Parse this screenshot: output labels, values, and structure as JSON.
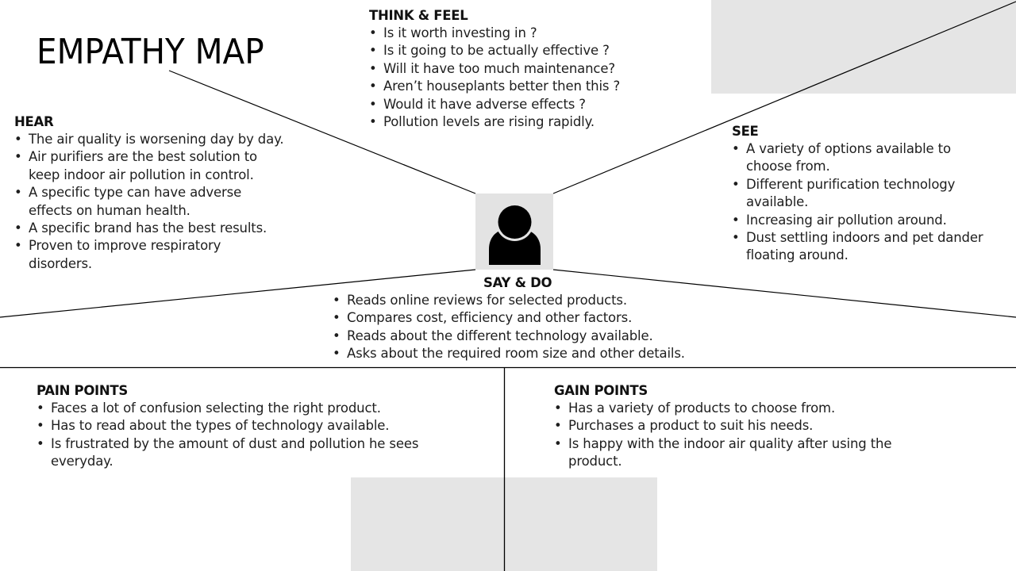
{
  "title": "EMPATHY MAP",
  "user_icon": "user-silhouette-icon",
  "colors": {
    "line": "#000000",
    "placeholder_block": "#e5e5e5",
    "avatar_bg": "#e3e3e3",
    "text": "#1e1e1e"
  },
  "sections": {
    "think_feel": {
      "heading": "THINK & FEEL",
      "items": [
        "Is it worth investing in ?",
        "Is it going to be actually effective ?",
        "Will it have too much maintenance?",
        "Aren’t houseplants better then this ?",
        "Would it have adverse effects ?",
        "Pollution levels are rising rapidly."
      ]
    },
    "hear": {
      "heading": "HEAR",
      "items": [
        "The air quality is worsening day by day.",
        "Air purifiers are the best solution to keep indoor air pollution in control.",
        "A specific type can have adverse effects on human health.",
        "A specific brand has the best results.",
        "Proven to improve respiratory disorders."
      ]
    },
    "see": {
      "heading": "SEE",
      "items": [
        "A variety of options available to choose from.",
        "Different purification technology available.",
        "Increasing air pollution around.",
        "Dust settling indoors and pet dander floating around."
      ]
    },
    "say_do": {
      "heading": "SAY & DO",
      "items": [
        "Reads online reviews for selected products.",
        "Compares cost, efficiency and other factors.",
        "Reads about the different technology available.",
        "Asks about the required room size and other details."
      ]
    },
    "pain_points": {
      "heading": "PAIN POINTS",
      "items": [
        "Faces a lot of confusion selecting the right product.",
        "Has to read about the types of technology available.",
        "Is frustrated by the amount of dust and pollution he sees everyday."
      ]
    },
    "gain_points": {
      "heading": "GAIN POINTS",
      "items": [
        "Has a variety of products to choose from.",
        "Purchases a product to suit his needs.",
        "Is happy with the indoor air quality after using the product."
      ]
    }
  }
}
